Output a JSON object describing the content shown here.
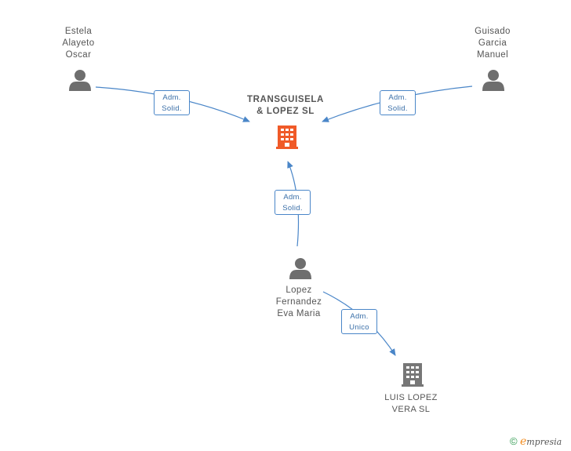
{
  "nodes": {
    "main_company": {
      "lines": [
        "TRANSGUISELA",
        "& LOPEZ SL"
      ],
      "color": "#f05a28"
    },
    "person_estela": {
      "lines": [
        "Estela",
        "Alayeto",
        "Oscar"
      ]
    },
    "person_guisado": {
      "lines": [
        "Guisado",
        "Garcia",
        "Manuel"
      ]
    },
    "person_lopez": {
      "lines": [
        "Lopez",
        "Fernandez",
        "Eva Maria"
      ]
    },
    "company_luis": {
      "lines": [
        "LUIS LOPEZ",
        "VERA SL"
      ],
      "color": "#777777"
    }
  },
  "edges": {
    "estela_to_main": {
      "lines": [
        "Adm.",
        "Solid."
      ]
    },
    "guisado_to_main": {
      "lines": [
        "Adm.",
        "Solid."
      ]
    },
    "lopez_to_main": {
      "lines": [
        "Adm.",
        "Solid."
      ]
    },
    "lopez_to_luis": {
      "lines": [
        "Adm.",
        "Unico"
      ]
    }
  },
  "colors": {
    "edge": "#4a86c8",
    "person": "#6e6e6e"
  },
  "footer": {
    "copyright": "©",
    "brand_initial": "e",
    "brand_rest": "mpresia"
  }
}
